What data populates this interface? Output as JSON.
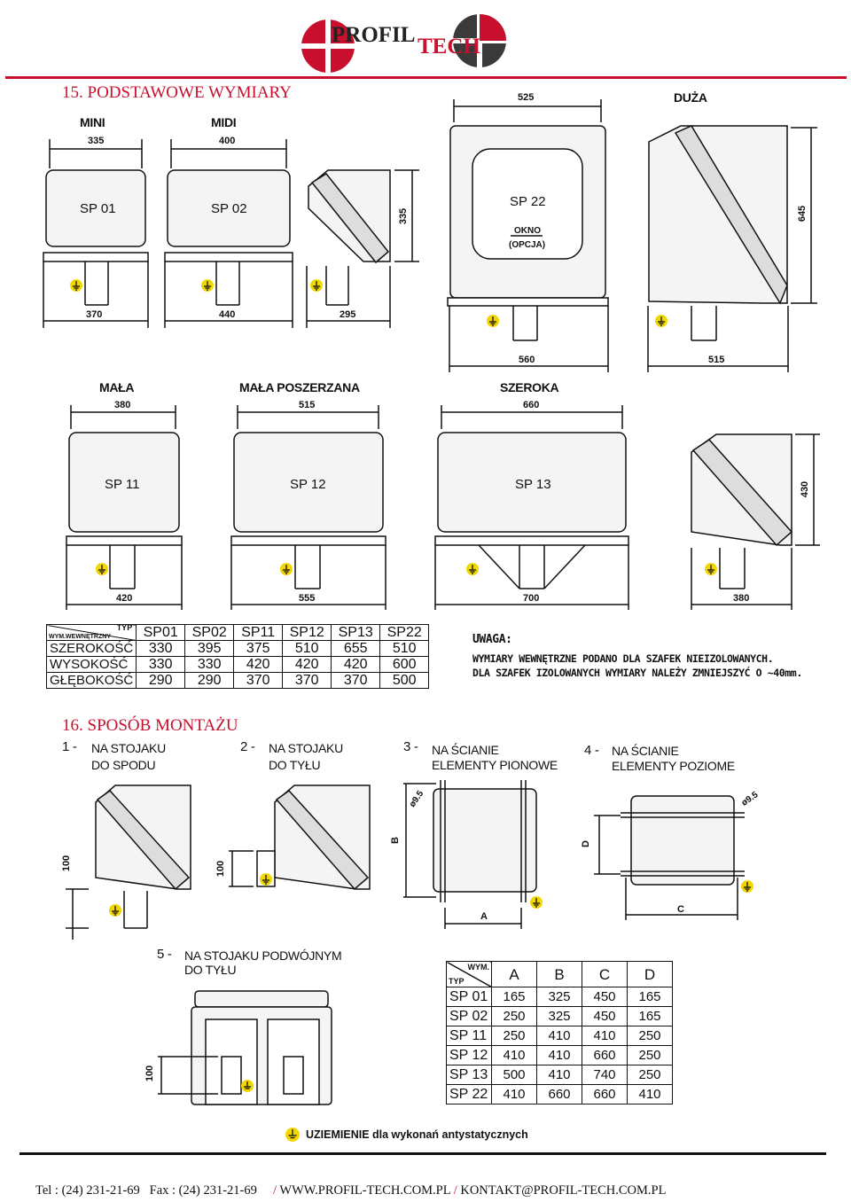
{
  "brand": {
    "logo_text_1": "PROFIL",
    "logo_text_2": "TECH"
  },
  "section15": {
    "title": "15. PODSTAWOWE WYMIARY"
  },
  "top_row": {
    "mini": {
      "label": "MINI",
      "width": "335",
      "sub": "370",
      "name": "SP 01"
    },
    "midi": {
      "label": "MIDI",
      "width": "400",
      "sub": "440",
      "name": "SP 02"
    },
    "side_small": {
      "height": "335",
      "depth": "295"
    },
    "big": {
      "width": "525",
      "sub": "560",
      "name": "SP 22",
      "window": "OKNO",
      "option": "(OPCJA)"
    },
    "big_side": {
      "label": "DUŻA",
      "height": "645",
      "depth": "515"
    }
  },
  "mid_row": {
    "mala": {
      "label": "MAŁA",
      "width": "380",
      "sub": "420",
      "name": "SP 11"
    },
    "mala_posz": {
      "label": "MAŁA POSZERZANA",
      "width": "515",
      "sub": "555",
      "name": "SP 12"
    },
    "szeroka": {
      "label": "SZEROKA",
      "width": "660",
      "sub": "700",
      "name": "SP 13"
    },
    "side": {
      "height": "430",
      "depth": "380"
    }
  },
  "dims_table": {
    "corner_top": "TYP",
    "corner_bottom": "WYM.WEWNĘTRZNY",
    "headers": [
      "SP01",
      "SP02",
      "SP11",
      "SP12",
      "SP13",
      "SP22"
    ],
    "rows": [
      {
        "label": "SZEROKOŚĆ",
        "values": [
          "330",
          "395",
          "375",
          "510",
          "655",
          "510"
        ]
      },
      {
        "label": "WYSOKOŚĆ",
        "values": [
          "330",
          "330",
          "420",
          "420",
          "420",
          "600"
        ]
      },
      {
        "label": "GŁĘBOKOŚĆ",
        "values": [
          "290",
          "290",
          "370",
          "370",
          "370",
          "500"
        ]
      }
    ]
  },
  "note": {
    "title": "UWAGA:",
    "line1": "WYMIARY WEWNĘTRZNE PODANO DLA SZAFEK NIEIZOLOWANYCH.",
    "line2": "DLA SZAFEK IZOLOWANYCH WYMIARY NALEŻY ZMNIEJSZYĆ O ~40mm."
  },
  "section16": {
    "title": "16. SPOSÓB MONTAŻU"
  },
  "methods": {
    "m1": {
      "num": "1 -",
      "l1": "NA STOJAKU",
      "l2": "DO SPODU",
      "dim": "100"
    },
    "m2": {
      "num": "2 -",
      "l1": "NA STOJAKU",
      "l2": "DO TYŁU",
      "dim": "100"
    },
    "m3": {
      "num": "3 -",
      "l1": "NA ŚCIANIE",
      "l2": "ELEMENTY PIONOWE",
      "hole": "ø9.5",
      "dimB": "B",
      "dimA": "A"
    },
    "m4": {
      "num": "4 -",
      "l1": "NA ŚCIANIE",
      "l2": "ELEMENTY POZIOME",
      "hole": "ø9.5",
      "dimD": "D",
      "dimC": "C"
    },
    "m5": {
      "num": "5 -",
      "l1": "NA STOJAKU PODWÓJNYM",
      "l2": "DO TYŁU",
      "dim": "100"
    }
  },
  "mount_table": {
    "corner_top": "WYM.",
    "corner_bottom": "TYP",
    "headers": [
      "A",
      "B",
      "C",
      "D"
    ],
    "rows": [
      {
        "label": "SP 01",
        "values": [
          "165",
          "325",
          "450",
          "165"
        ]
      },
      {
        "label": "SP 02",
        "values": [
          "250",
          "325",
          "450",
          "165"
        ]
      },
      {
        "label": "SP 11",
        "values": [
          "250",
          "410",
          "410",
          "250"
        ]
      },
      {
        "label": "SP 12",
        "values": [
          "410",
          "410",
          "660",
          "250"
        ]
      },
      {
        "label": "SP 13",
        "values": [
          "500",
          "410",
          "740",
          "250"
        ]
      },
      {
        "label": "SP 22",
        "values": [
          "410",
          "660",
          "660",
          "410"
        ]
      }
    ]
  },
  "legend": {
    "text": "UZIEMIENIE dla wykonań antystatycznych"
  },
  "footer": {
    "tel": "Tel : (24) 231-21-69",
    "fax": "Fax : (24) 231-21-69",
    "sep": "/",
    "www": "WWW.PROFIL-TECH.COM.PL",
    "mail": "KONTAKT@PROFIL-TECH.COM.PL"
  },
  "colors": {
    "brand_red": "#c8102e",
    "ground_yellow": "#f2d600"
  }
}
